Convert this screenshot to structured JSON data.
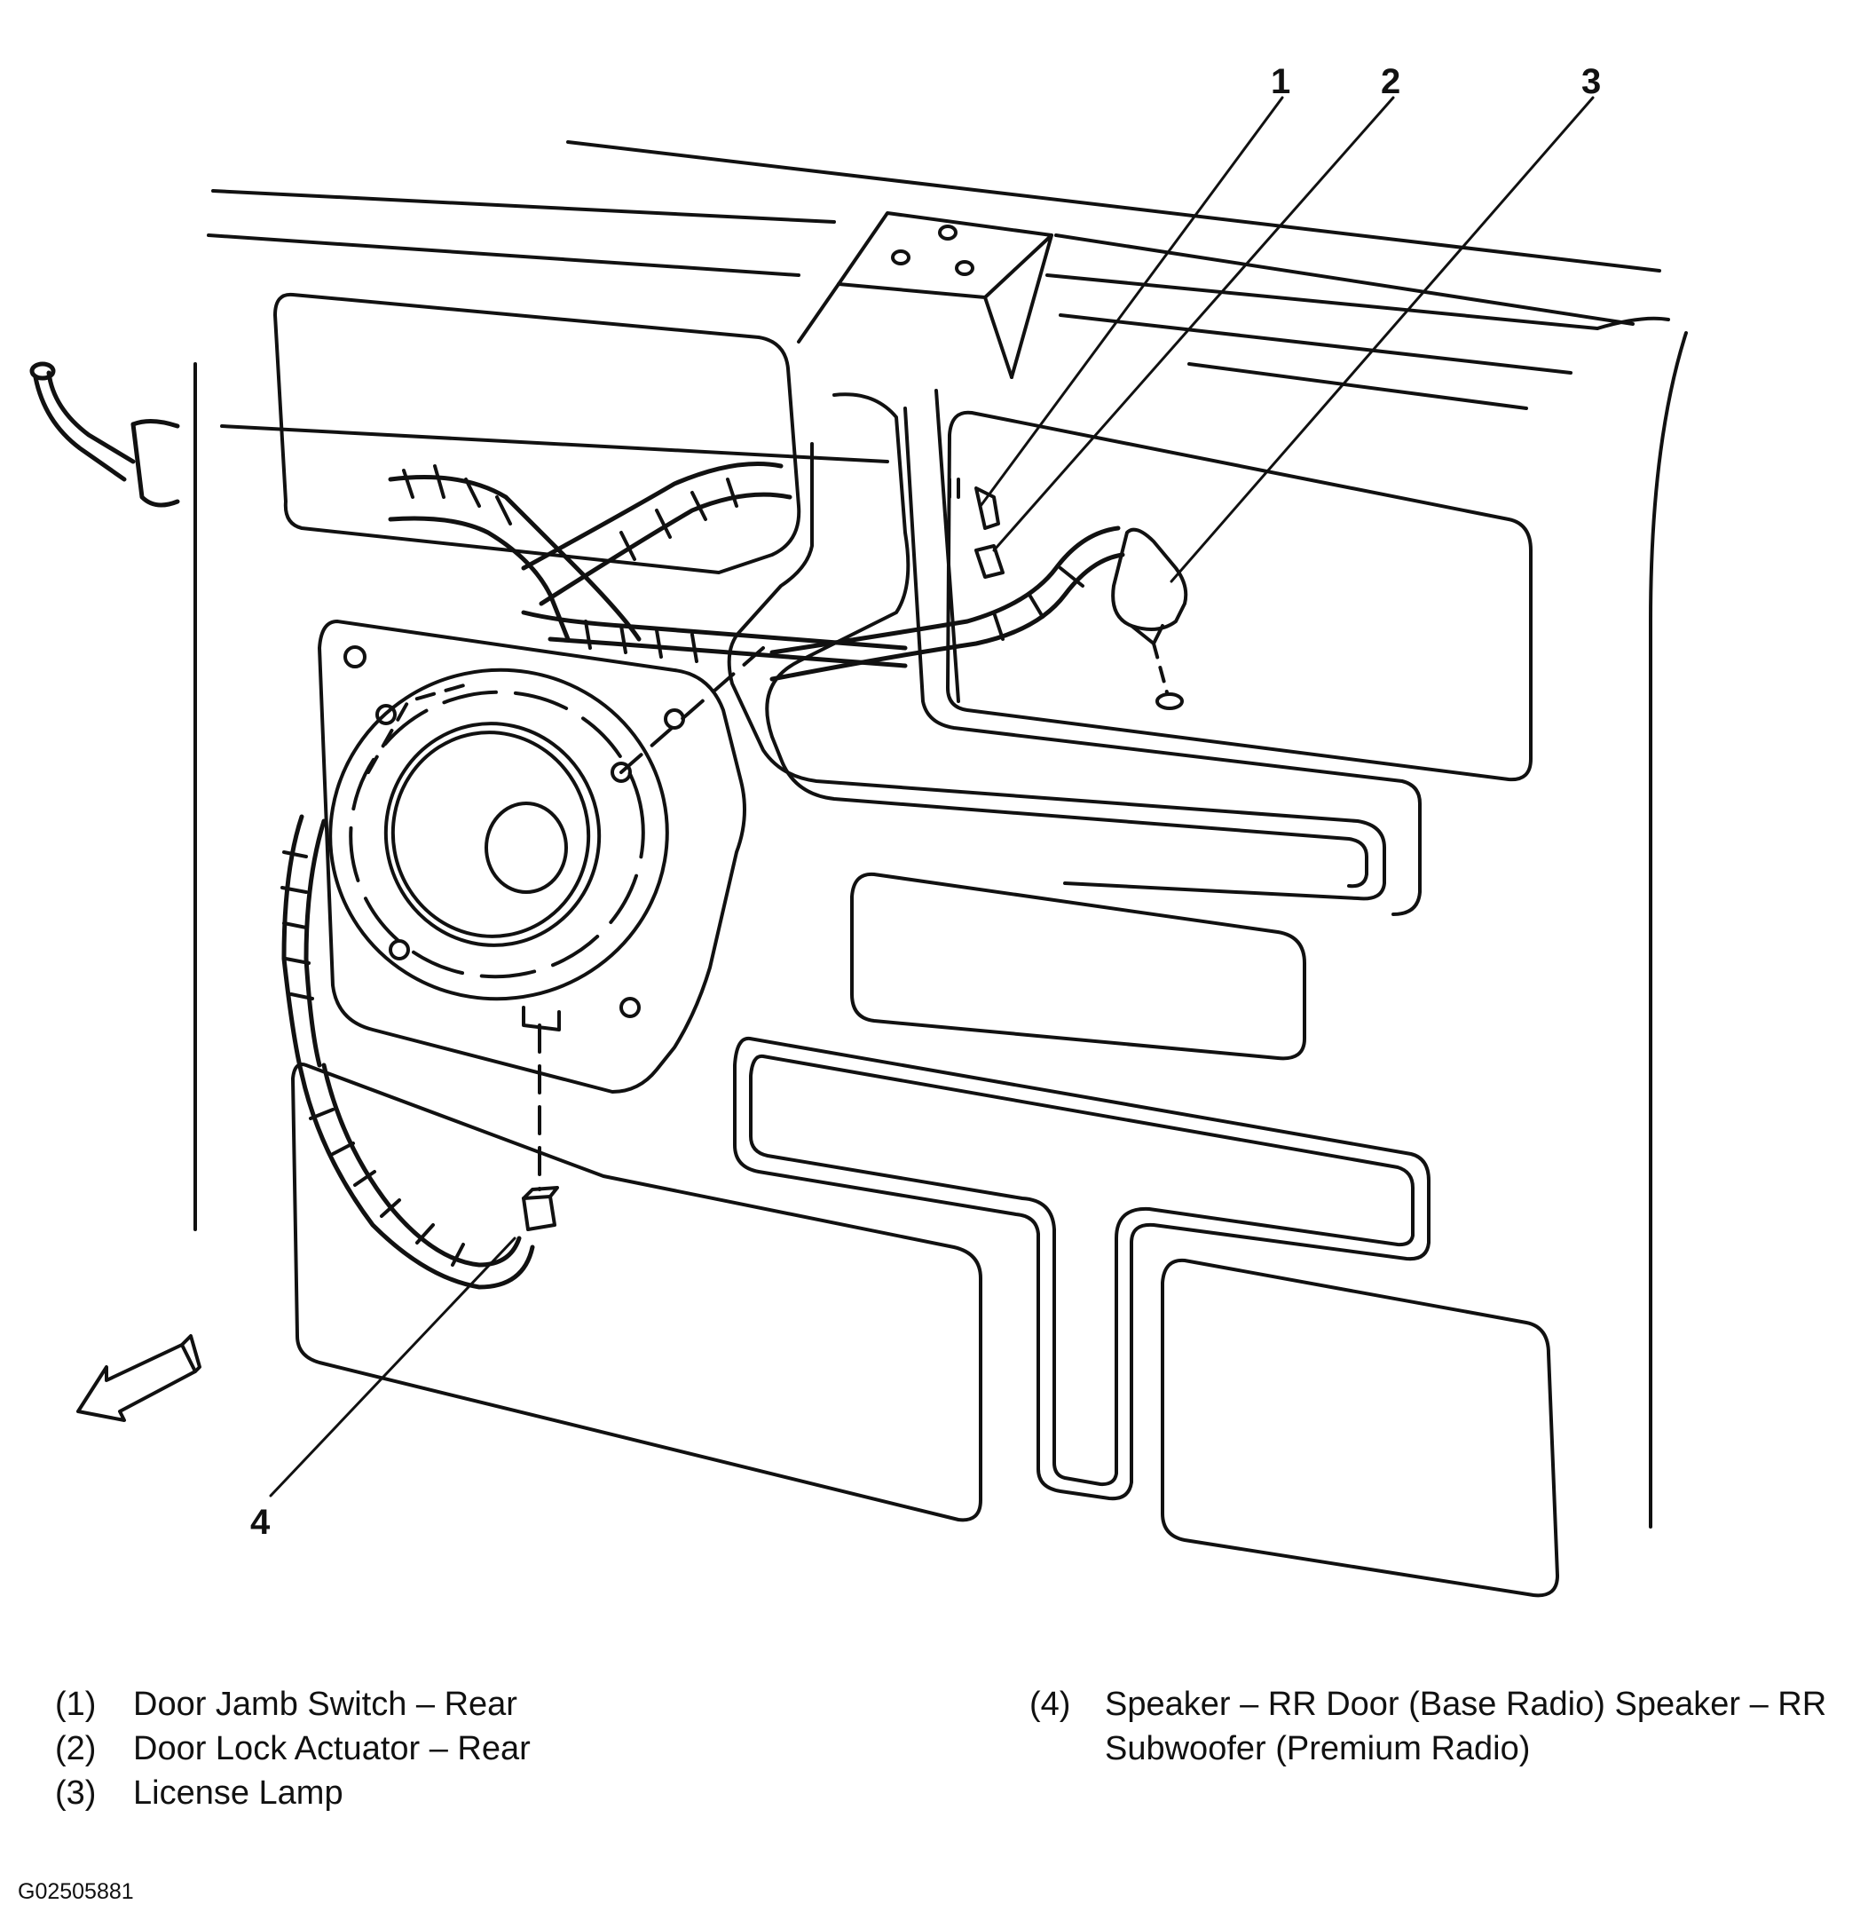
{
  "callouts": [
    {
      "number": "1",
      "label": "Door Jamb Switch – Rear"
    },
    {
      "number": "2",
      "label": "Door Lock Actuator – Rear"
    },
    {
      "number": "3",
      "label": "License Lamp"
    },
    {
      "number": "4",
      "label": "Speaker – RR Door (Base Radio) Speaker – RR Subwoofer (Premium Radio)"
    }
  ],
  "legend": [
    {
      "num": "(1)",
      "text": "Door Jamb Switch – Rear"
    },
    {
      "num": "(2)",
      "text": "Door Lock Actuator – Rear"
    },
    {
      "num": "(3)",
      "text": "License Lamp"
    },
    {
      "num": "(4)",
      "text": "Speaker – RR Door (Base Radio) Speaker – RR Subwoofer (Premium Radio)"
    }
  ],
  "figure_id": "G02505881"
}
